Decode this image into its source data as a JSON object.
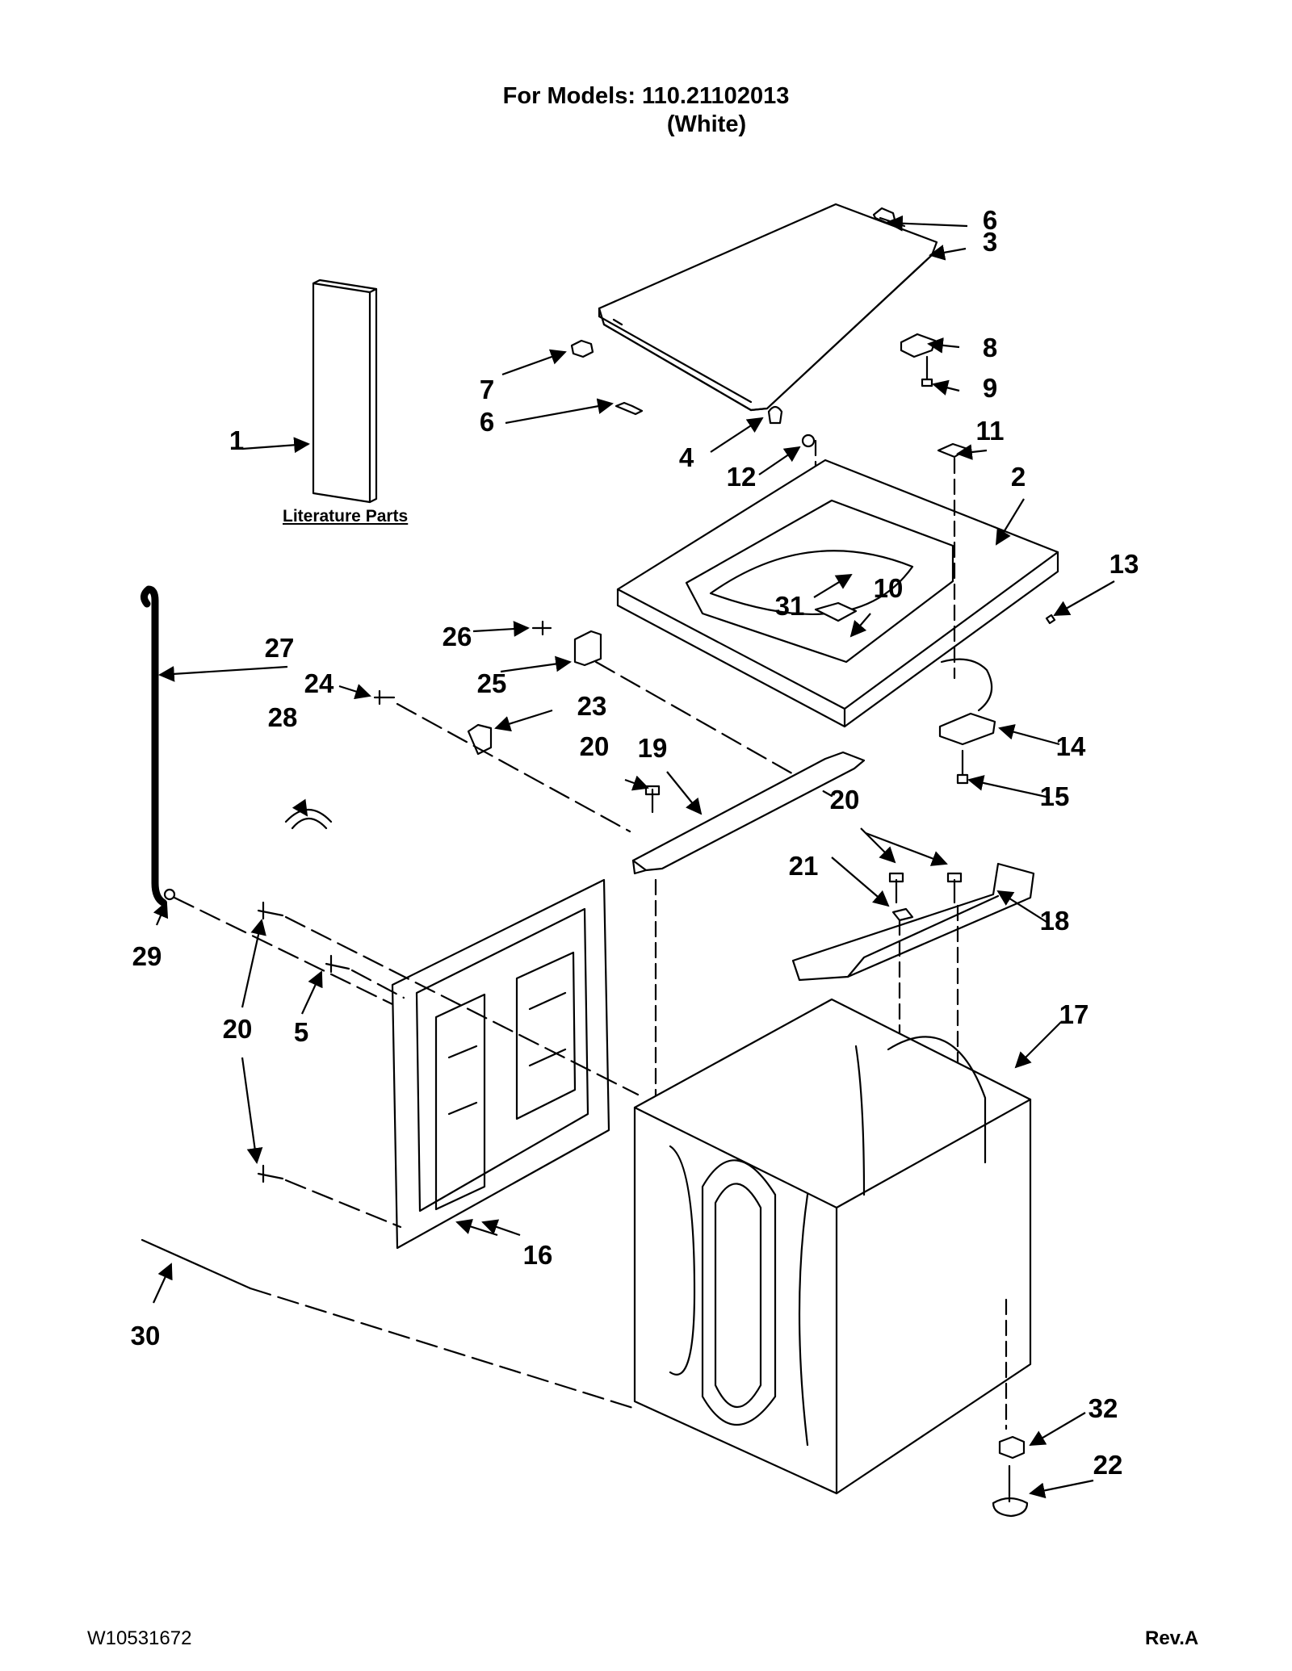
{
  "header": {
    "title_line1": "For Models: 110.21102013",
    "title_line2": "(White)"
  },
  "labels": {
    "literature": "Literature Parts"
  },
  "footer": {
    "doc_number": "W10531672",
    "revision": "Rev.A"
  },
  "callouts": [
    "1",
    "2",
    "3",
    "4",
    "5",
    "6",
    "6",
    "7",
    "8",
    "9",
    "10",
    "11",
    "12",
    "13",
    "14",
    "15",
    "16",
    "17",
    "18",
    "19",
    "20",
    "20",
    "20",
    "21",
    "22",
    "23",
    "24",
    "25",
    "26",
    "27",
    "28",
    "29",
    "30",
    "31",
    "32"
  ]
}
